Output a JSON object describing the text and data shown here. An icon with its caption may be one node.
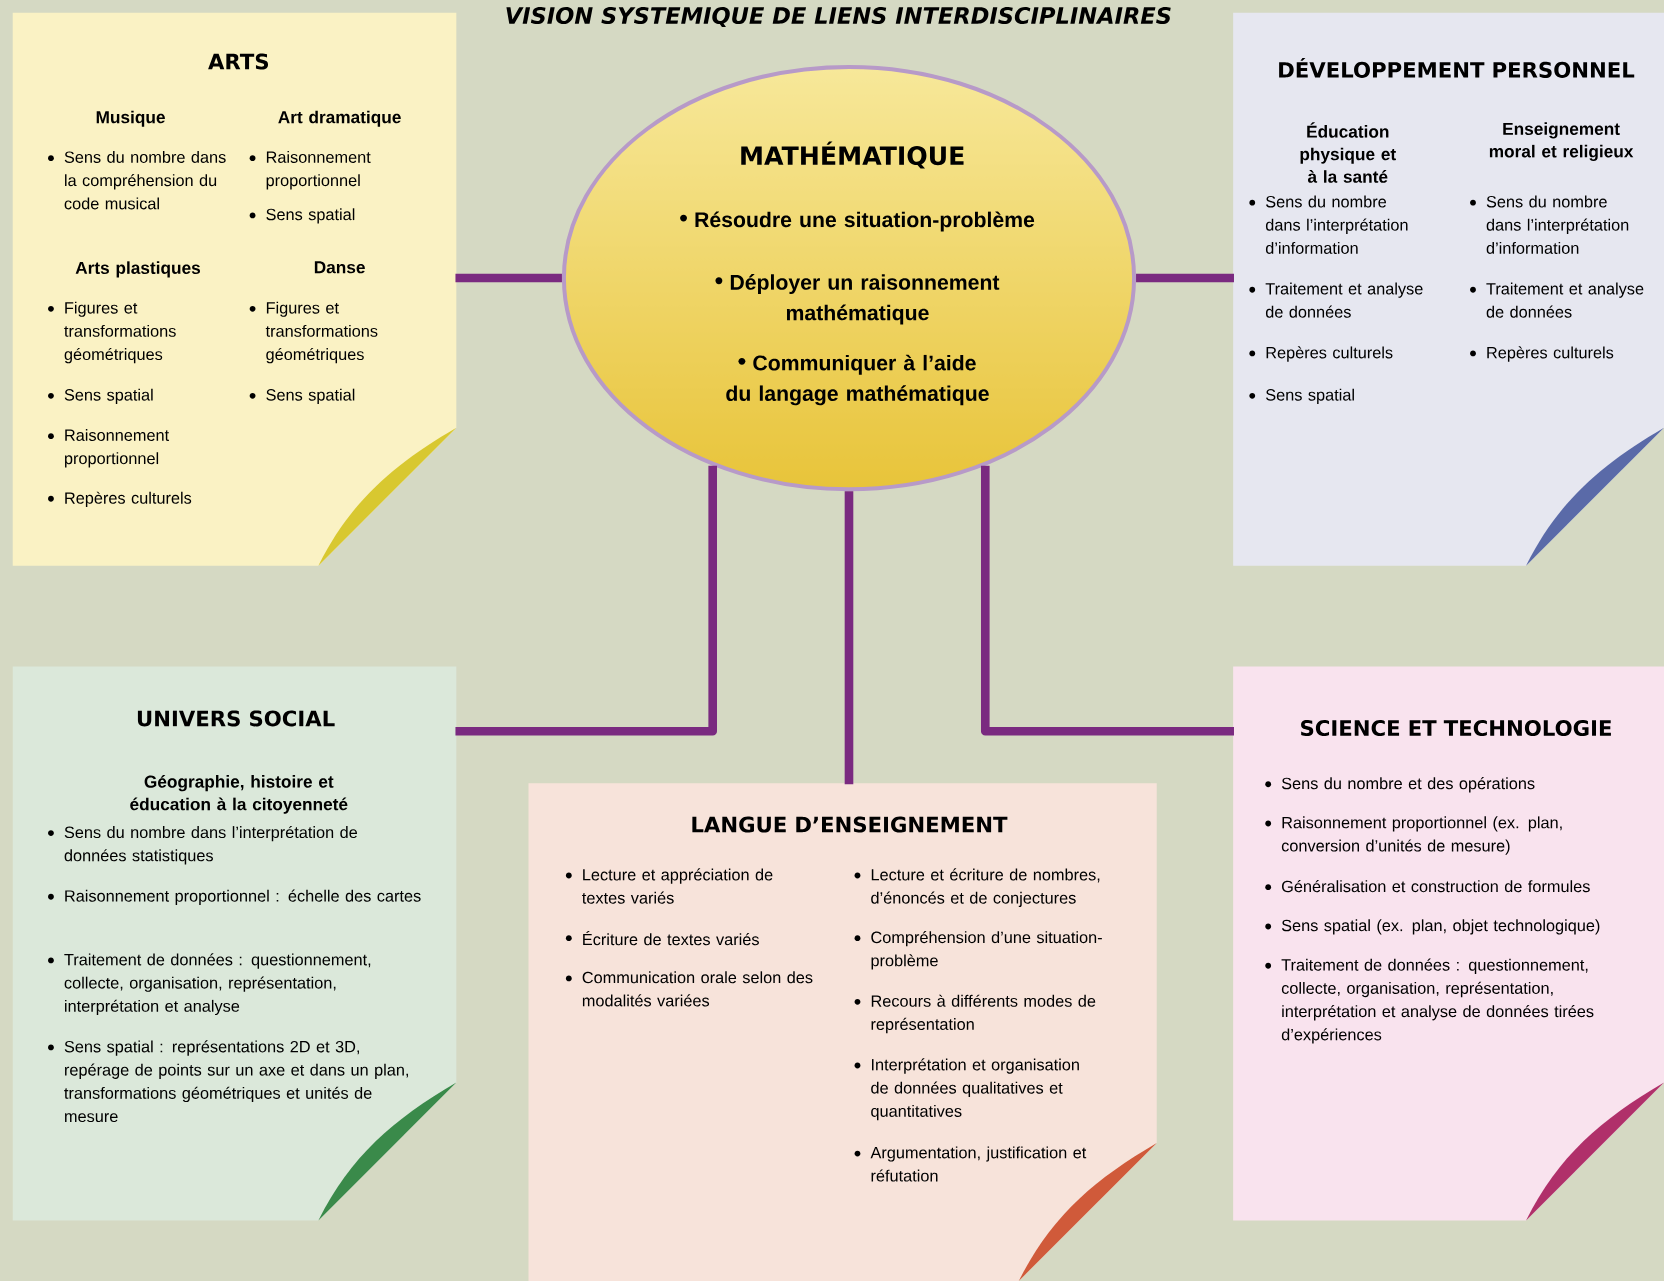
{
  "diagram": {
    "title": "VISION SYSTEMIQUE DE LIENS INTERDISCIPLINAIRES",
    "nodes": [
      {
        "text": [
          "MATHÉMATIQUE",
          "Résoudre une situation-problème",
          "Déployer un raisonnement mathématique",
          "Communiquer à l’aide du langage mathématique"
        ]
      },
      {
        "text": [
          "ARTS",
          "Musique",
          "Sens du nombre dans la compréhension du code musical",
          "Art dramatique",
          "Raisonnement proportionnel",
          "Sens spatial",
          "Arts plastiques",
          "Figures et transformations géométriques",
          "Sens spatial",
          "Raisonnement proportionnel",
          "Repères culturels",
          "Danse",
          "Figures et transformations géométriques",
          "Sens spatial"
        ]
      },
      {
        "text": [
          "DÉVELOPPEMENT PERSONNEL",
          "Éducation physique et à la santé",
          "Sens du nombre dans l’interprétation d’information",
          "Traitement et analyse de données",
          "Repères culturels",
          "Sens spatial",
          "Enseignement moral et religieux",
          "Sens du nombre dans l’interprétation d’information",
          "Traitement et analyse de données",
          "Repères culturels"
        ]
      },
      {
        "text": [
          "UNIVERS SOCIAL",
          "Géographie, histoire et éducation à la citoyenneté",
          "Sens du nombre dans l’interprétation de données statistiques",
          "Raisonnement proportionnel : échelle des cartes",
          "Traitement de données : questionnement, collecte, organisation, représentation, interprétation et analyse",
          "Sens spatial : représentations 2D et 3D, repérage de points sur un axe et dans un plan, transformations géométriques et unités de mesure"
        ]
      },
      {
        "text": [
          "LANGUE D’ENSEIGNEMENT",
          "Lecture et appréciation de textes variés",
          "Écriture de textes variés",
          "Communication orale selon des modalités variées",
          "Lecture et écriture de nombres, d’énoncés et de conjectures",
          "Compréhension d’une situation-problème",
          "Recours à différents modes de représentation",
          "Interprétation et organisation de données qualitatives et quantitatives",
          "Argumentation, justification et réfutation"
        ]
      },
      {
        "text": [
          "SCIENCE ET TECHNOLOGIE",
          "Sens du nombre et des opérations",
          "Raisonnement proportionnel (ex. plan, conversion d’unités de mesure)",
          "Généralisation et construction de formules",
          "Sens spatial (ex. plan, objet technologique)",
          "Traitement de données : questionnement, collecte, organisation, représentation, interprétation et analyse de données tirées d’expériences"
        ]
      }
    ],
    "edges": [
      {
        "from": 0,
        "to": 1,
        "arrow": "none"
      },
      {
        "from": 0,
        "to": 2,
        "arrow": "none"
      },
      {
        "from": 0,
        "to": 3,
        "arrow": "none"
      },
      {
        "from": 0,
        "to": 4,
        "arrow": "none"
      },
      {
        "from": 0,
        "to": 5,
        "arrow": "none"
      }
    ]
  }
}
